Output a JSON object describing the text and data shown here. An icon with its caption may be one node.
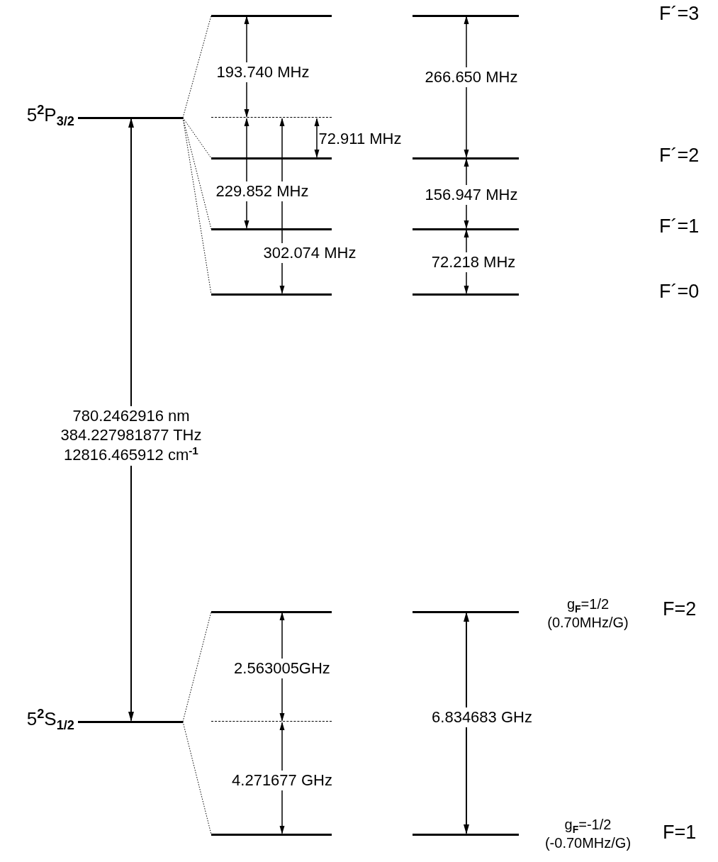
{
  "diagram": {
    "nodes": [
      {
        "text": [],
        "shape": "bar",
        "beside": [
          "5$^{2}$P$_{3/2}$"
        ]
      },
      {
        "text": [],
        "shape": "bar"
      },
      {
        "text": [],
        "shape": "bar"
      },
      {
        "text": [],
        "shape": "line"
      },
      {
        "text": [],
        "shape": "bar"
      },
      {
        "text": [],
        "shape": "bar"
      },
      {
        "text": [],
        "shape": "bar"
      },
      {
        "text": [],
        "shape": "bar"
      },
      {
        "text": [],
        "shape": "bar"
      },
      {
        "text": [],
        "shape": "bar"
      },
      {
        "text": [],
        "shape": "bar",
        "beside": [
          "5$^{2}$S$_{1/2}$"
        ]
      },
      {
        "text": [],
        "shape": "bar"
      },
      {
        "text": [],
        "shape": "bar",
        "beside": [
          "g$_{F}$=1/2 (0.70MHz/G)",
          "F=2"
        ]
      },
      {
        "text": [],
        "shape": "line"
      },
      {
        "text": [],
        "shape": "bar"
      },
      {
        "text": [],
        "shape": "bar",
        "beside": [
          "g$_{F}$=-1/2 (-0.70MHz/G)",
          "F=1"
        ]
      }
    ],
    "edges": [
      {
        "from": 0,
        "to": 1,
        "arrow": "none",
        "style": "dashed"
      },
      {
        "from": 0,
        "to": 4,
        "arrow": "none",
        "style": "dashed"
      },
      {
        "from": 0,
        "to": 6,
        "arrow": "none",
        "style": "dashed"
      },
      {
        "from": 0,
        "to": 8,
        "arrow": "none",
        "style": "dashed"
      },
      {
        "from": 1,
        "to": 3,
        "arrow": "both",
        "label": "193.740 MHz"
      },
      {
        "from": 3,
        "to": 4,
        "arrow": "both",
        "label": "72.911 MHz"
      },
      {
        "from": 3,
        "to": 6,
        "arrow": "both",
        "label": "229.852 MHz"
      },
      {
        "from": 3,
        "to": 8,
        "arrow": "both",
        "label": "302.074 MHz"
      },
      {
        "from": 2,
        "to": 5,
        "arrow": "both",
        "label": "266.650 MHz"
      },
      {
        "from": 5,
        "to": 7,
        "arrow": "both",
        "label": "156.947 MHz"
      },
      {
        "from": 7,
        "to": 9,
        "arrow": "both",
        "label": "72.218 MHz"
      },
      {
        "from": 0,
        "to": 10,
        "arrow": "both",
        "label": "780.2462916 nm 384.227981877 THz 12816.465912 cm$^{-1}$"
      },
      {
        "from": 10,
        "to": 11,
        "arrow": "none",
        "style": "dashed"
      },
      {
        "from": 10,
        "to": 14,
        "arrow": "none",
        "style": "dashed"
      },
      {
        "from": 11,
        "to": 13,
        "arrow": "both",
        "label": "2.563005GHz"
      },
      {
        "from": 13,
        "to": 14,
        "arrow": "both",
        "label": "4.271677 GHz"
      },
      {
        "from": 12,
        "to": 15,
        "arrow": "both",
        "label": "6.834683 GHz"
      }
    ],
    "labels": [
      "F´=3",
      "F´=2",
      "F´=1",
      "F´=0"
    ]
  }
}
